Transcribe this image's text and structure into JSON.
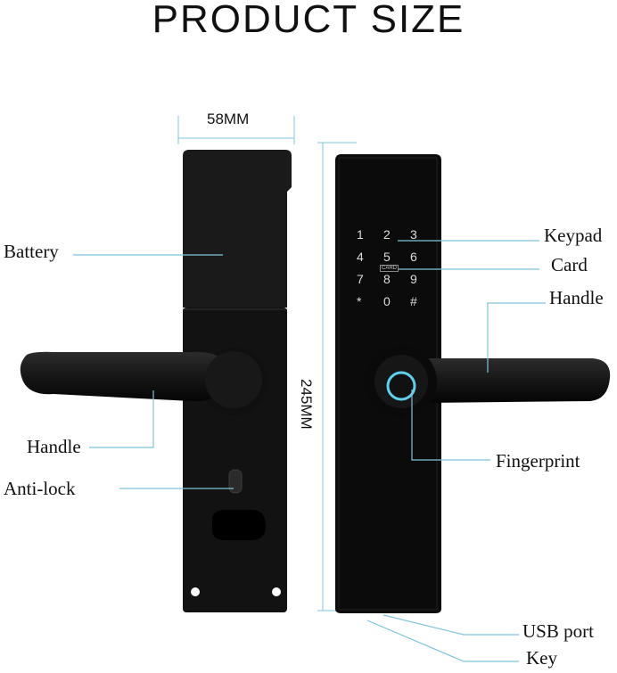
{
  "title": "PRODUCT SIZE",
  "dimensions": {
    "width": "58MM",
    "height": "245MM"
  },
  "labels": {
    "battery": "Battery",
    "handle_left": "Handle",
    "anti_lock": "Anti-lock",
    "keypad": "Keypad",
    "card": "Card",
    "handle_right": "Handle",
    "fingerprint": "Fingerprint",
    "usb_port": "USB port",
    "key": "Key"
  },
  "keypad": {
    "keys": [
      "1",
      "2",
      "3",
      "4",
      "5",
      "6",
      "7",
      "8",
      "9",
      "*",
      "0",
      "#"
    ],
    "card_mark": "CARD"
  },
  "colors": {
    "body": "#151515",
    "lock_front": "#0b0b0b",
    "leader_line": "#7fc4dc",
    "fingerprint_ring": "#5fd0ea"
  }
}
